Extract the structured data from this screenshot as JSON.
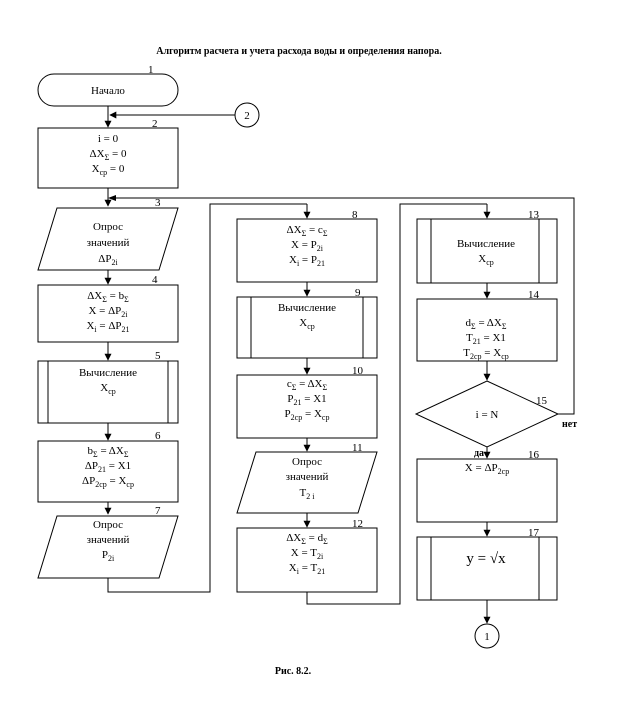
{
  "title": "Алгоритм расчета и учета расхода воды и определения напора.",
  "caption": "Рис. 8.2.",
  "blocks": [
    {
      "number": "1",
      "lines": [
        "Начало"
      ]
    },
    {
      "number": "2",
      "lines": [
        "2"
      ]
    },
    {
      "number": "2",
      "lines": [
        "i = 0",
        "ΔX_Σ = 0",
        "X_ср = 0"
      ]
    },
    {
      "number": "3",
      "lines": [
        "Опрос",
        "значений",
        "ΔP_2i"
      ]
    },
    {
      "number": "4",
      "lines": [
        "ΔX_Σ = b_Σ",
        "X = ΔP_2i",
        "X_i = ΔP_21"
      ]
    },
    {
      "number": "5",
      "lines": [
        "Вычисление",
        "X_ср"
      ]
    },
    {
      "number": "6",
      "lines": [
        "b_Σ = ΔX_Σ",
        "ΔP_21 = X1",
        "ΔP_2ср = X_ср"
      ]
    },
    {
      "number": "7",
      "lines": [
        "Опрос",
        "значений",
        "P_2i"
      ]
    },
    {
      "number": "8",
      "lines": [
        "ΔX_Σ = c_Σ",
        "X = P_2i",
        "X_i = P_21"
      ]
    },
    {
      "number": "9",
      "lines": [
        "Вычисление",
        "X_ср"
      ]
    },
    {
      "number": "10",
      "lines": [
        "c_Σ = ΔX_Σ",
        "P_21 = X1",
        "P_2ср = X_ср"
      ]
    },
    {
      "number": "11",
      "lines": [
        "Опрос",
        "значений",
        "T_2 i"
      ]
    },
    {
      "number": "12",
      "lines": [
        "ΔX_Σ = d_Σ",
        "X = T_2i",
        "X_i = T_21"
      ]
    },
    {
      "number": "13",
      "lines": [
        "Вычисление",
        "X_ср"
      ]
    },
    {
      "number": "14",
      "lines": [
        "d_Σ = ΔX_Σ",
        "T_21 = X1",
        "T_2ср = X_ср"
      ]
    },
    {
      "number": "15",
      "lines": [
        "i = N"
      ]
    },
    {
      "number": "16",
      "lines": [
        "X = ΔP_2ср"
      ]
    },
    {
      "number": "17",
      "lines": [
        "y = √x"
      ]
    },
    {
      "number": "",
      "lines": [
        "1"
      ]
    }
  ],
  "branch_labels": {
    "yes": "да",
    "no": "нет"
  }
}
